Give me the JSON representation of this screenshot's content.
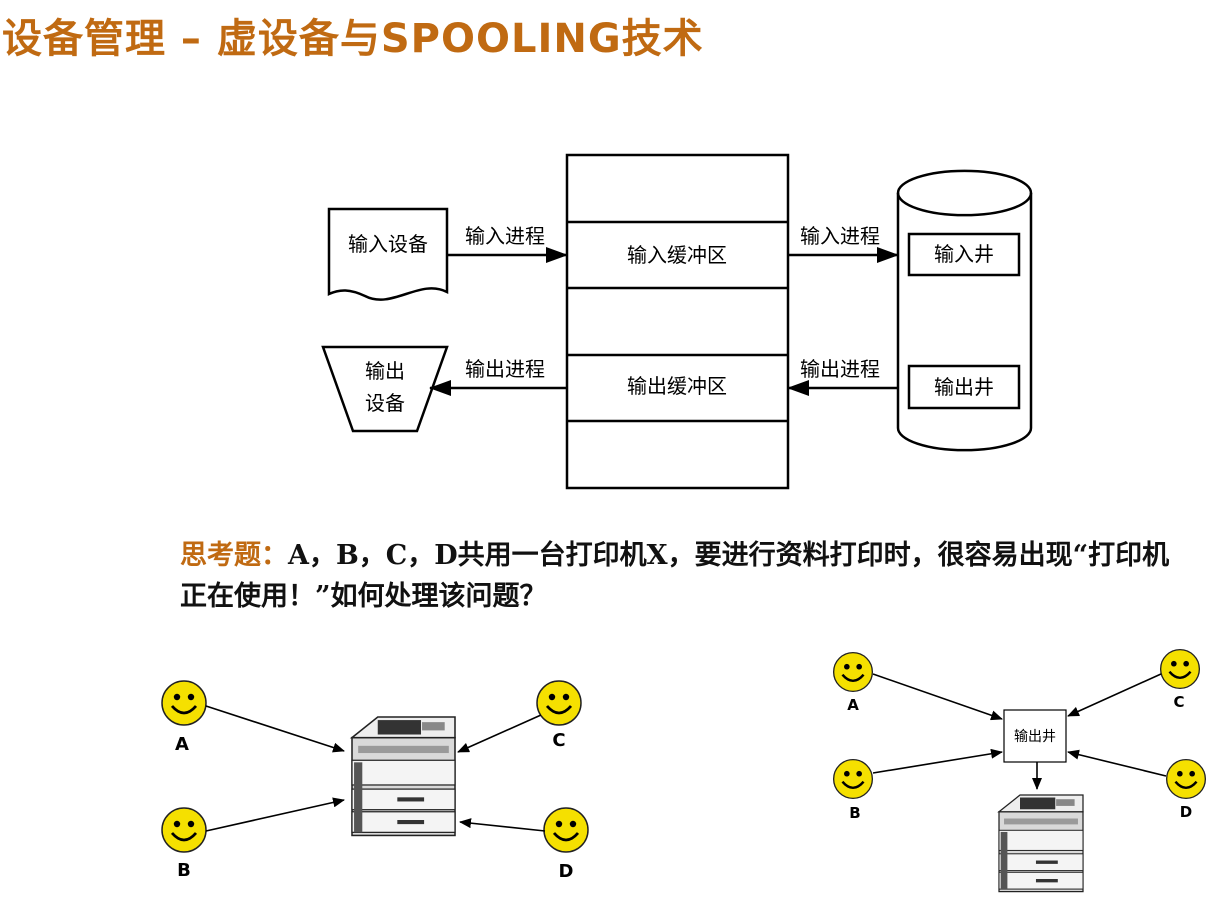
{
  "title": "设备管理 – 虚设备与SPOOLING技术",
  "diagram": {
    "input_device": "输入设备",
    "output_device_line1": "输出",
    "output_device_line2": "设备",
    "input_process_left": "输入进程",
    "input_process_right": "输入进程",
    "output_process_left": "输出进程",
    "output_process_right": "输出进程",
    "input_buffer": "输入缓冲区",
    "output_buffer": "输出缓冲区",
    "input_well": "输入井",
    "output_well": "输出井"
  },
  "question": {
    "label": "思考题：",
    "text": "A，B，C，D共用一台打印机X，要进行资料打印时，很容易出现“打印机正在使用！”如何处理该问题？"
  },
  "left_scene": {
    "users": [
      "A",
      "B",
      "C",
      "D"
    ]
  },
  "right_scene": {
    "users": [
      "A",
      "B",
      "C",
      "D"
    ],
    "well_label": "输出井"
  },
  "colors": {
    "title": "#c06a12",
    "smiley": "#f5e000",
    "question_label": "#c06a12"
  },
  "icons": [
    "smiley-face-icon",
    "printer-icon"
  ]
}
